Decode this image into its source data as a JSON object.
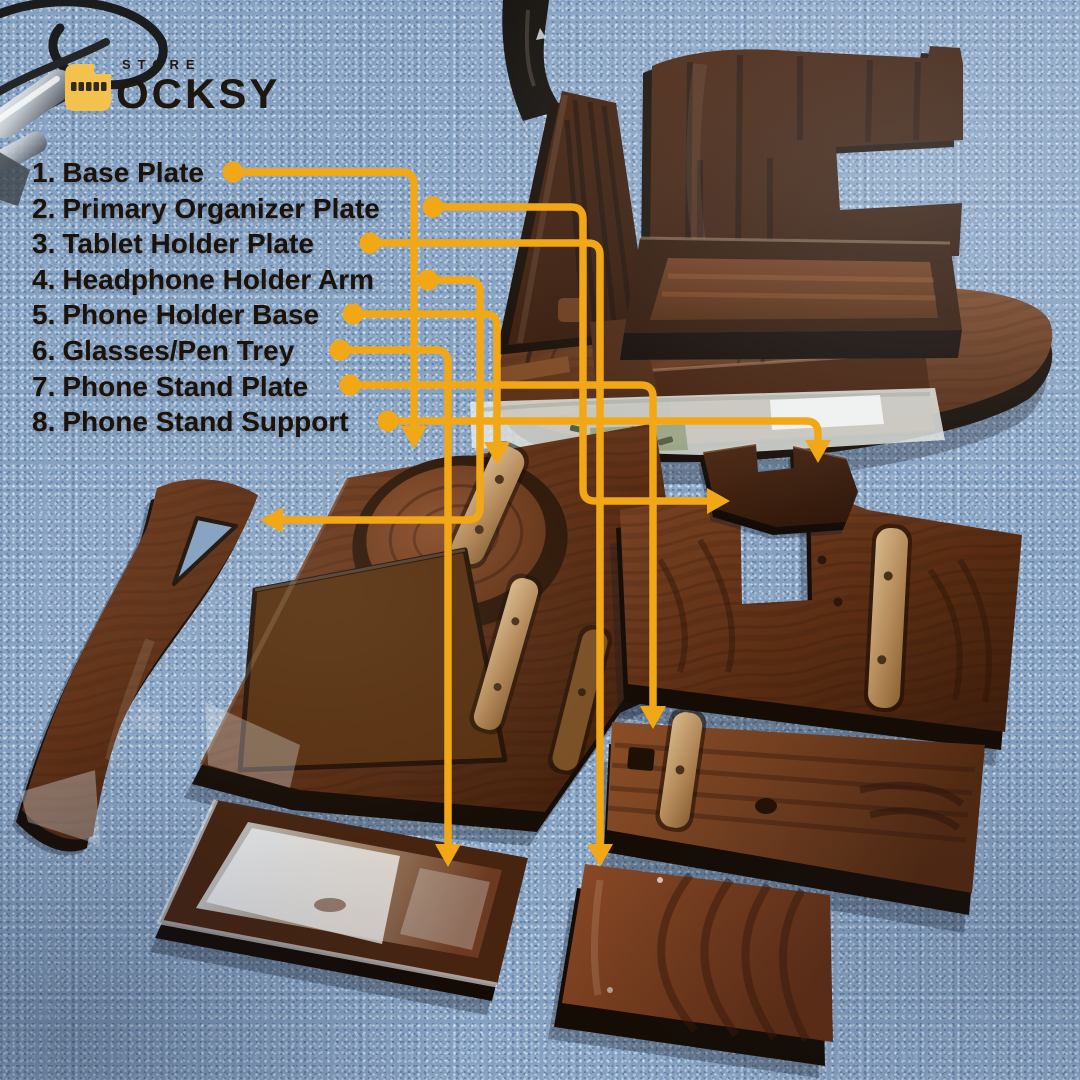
{
  "brand": {
    "store": "STORE",
    "name": "OCKSY",
    "icon": "docksy-d-icon"
  },
  "colors": {
    "annotation_yellow": "#F2A816",
    "logo_yellow": "#F2C14E",
    "label_text": "#1B120A",
    "carpet_blue": "#85A1C2",
    "wood_dark": "#3A1D0D",
    "wood_mid": "#6F3D1E"
  },
  "parts_list": {
    "items": [
      {
        "num": "1.",
        "label": "Base Plate"
      },
      {
        "num": "2.",
        "label": "Primary Organizer Plate"
      },
      {
        "num": "3.",
        "label": "Tablet Holder Plate"
      },
      {
        "num": "4.",
        "label": "Headphone Holder Arm"
      },
      {
        "num": "5.",
        "label": "Phone Holder Base"
      },
      {
        "num": "6.",
        "label": "Glasses/Pen Trey"
      },
      {
        "num": "7.",
        "label": "Phone Stand Plate"
      },
      {
        "num": "8.",
        "label": "Phone Stand Support"
      }
    ]
  },
  "annotations": {
    "connectors": [
      {
        "from_label": "1.",
        "arrow": "down",
        "target": "base-plate"
      },
      {
        "from_label": "2.",
        "arrow": "right",
        "target": "primary-organizer-plate"
      },
      {
        "from_label": "3.",
        "arrow": "down",
        "target": "tablet-holder-plate"
      },
      {
        "from_label": "4.",
        "arrow": "left",
        "target": "headphone-holder-arm"
      },
      {
        "from_label": "5.",
        "arrow": "down",
        "target": "phone-holder-base"
      },
      {
        "from_label": "6.",
        "arrow": "down",
        "target": "glasses-pen-tray"
      },
      {
        "from_label": "7.",
        "arrow": "down",
        "target": "phone-stand-plate"
      },
      {
        "from_label": "8.",
        "arrow": "down",
        "target": "phone-stand-support"
      }
    ]
  }
}
